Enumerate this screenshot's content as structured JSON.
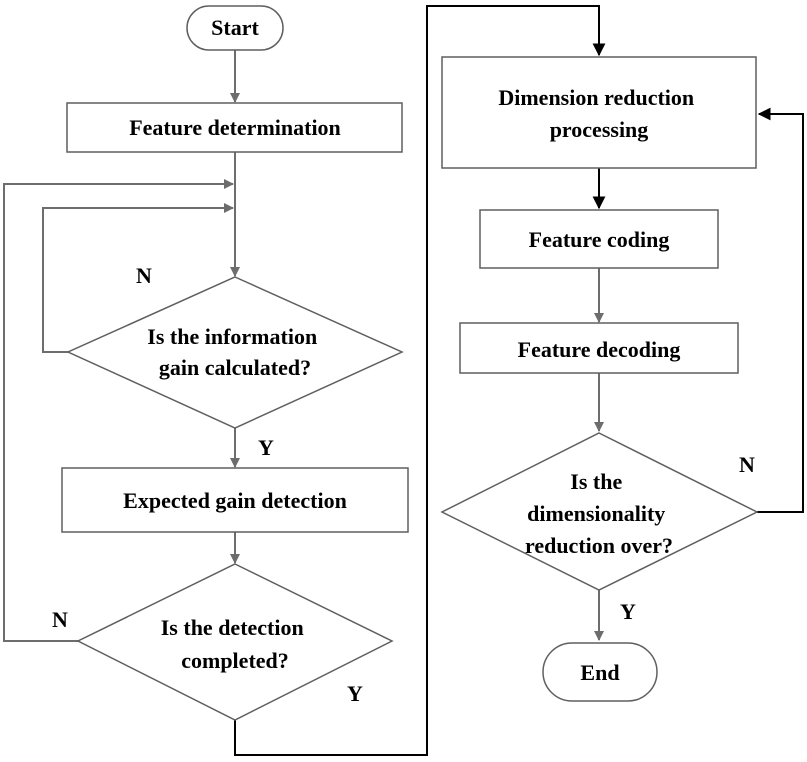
{
  "colors": {
    "box_stroke": "#5f5f5f",
    "connector_grey": "#6d6d6d",
    "connector_black": "#000000",
    "text": "#000000",
    "background": "#ffffff"
  },
  "nodes": {
    "start": "Start",
    "feature_determination": "Feature determination",
    "info_gain_q": [
      "Is the information",
      "gain calculated?"
    ],
    "expected_gain": "Expected gain detection",
    "detection_q": [
      "Is the detection",
      "completed?"
    ],
    "dim_reduction": [
      "Dimension reduction",
      "processing"
    ],
    "feature_coding": "Feature coding",
    "feature_decoding": "Feature decoding",
    "dim_over_q": [
      "Is the",
      "dimensionality",
      "reduction over?"
    ],
    "end": "End"
  },
  "branch_labels": {
    "info_gain_no": "N",
    "info_gain_yes": "Y",
    "detection_no": "N",
    "detection_yes": "Y",
    "dim_over_no": "N",
    "dim_over_yes": "Y"
  }
}
